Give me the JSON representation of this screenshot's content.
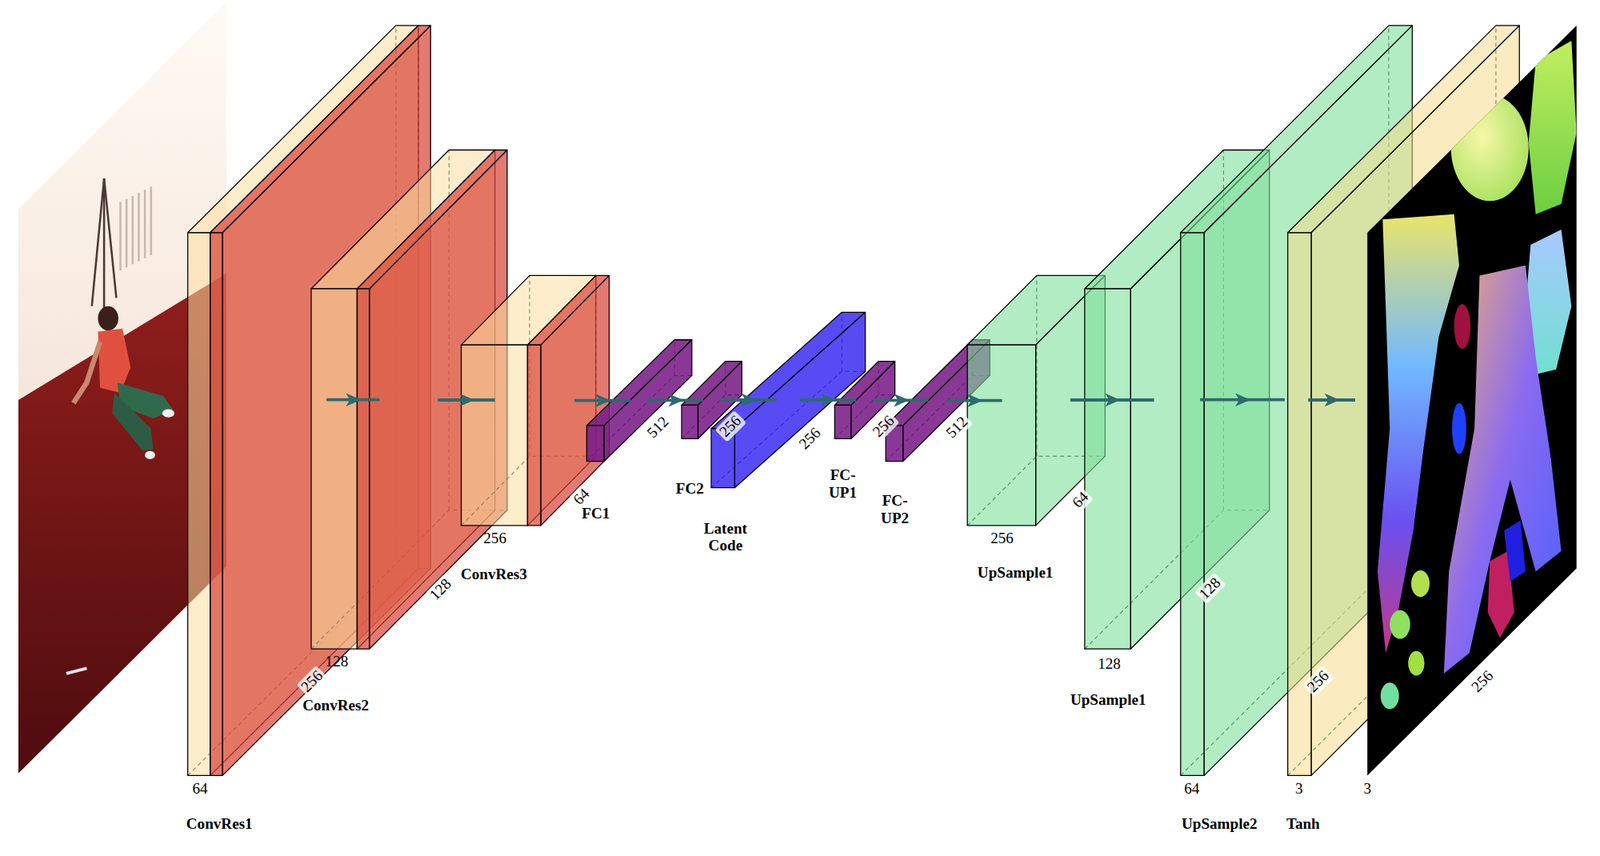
{
  "diagram": {
    "nodes": [
      {
        "text": [
          "64",
          "256",
          "ConvRes1"
        ]
      },
      {
        "text": [
          "128",
          "128",
          "ConvRes2"
        ]
      },
      {
        "text": [
          "256",
          "64",
          "ConvRes3"
        ]
      },
      {
        "text": [
          "512",
          "FC1"
        ]
      },
      {
        "text": [
          "256",
          "FC2"
        ]
      },
      {
        "text": [
          "256",
          "Latent Code"
        ]
      },
      {
        "text": [
          "256",
          "FC- UP1"
        ]
      },
      {
        "text": [
          "512",
          "FC- UP2"
        ]
      },
      {
        "text": [
          "256",
          "64",
          "UpSample1"
        ]
      },
      {
        "text": [
          "128",
          "128",
          "UpSample1"
        ]
      },
      {
        "text": [
          "64",
          "256",
          "UpSample2"
        ]
      },
      {
        "text": [
          "3",
          "Tanh"
        ]
      },
      {
        "text": [
          "3",
          "256"
        ]
      }
    ],
    "edges": [
      {
        "from": 0,
        "to": 1,
        "arrow": "to"
      },
      {
        "from": 1,
        "to": 2,
        "arrow": "to"
      },
      {
        "from": 2,
        "to": 3,
        "arrow": "to"
      },
      {
        "from": 3,
        "to": 4,
        "arrow": "to"
      },
      {
        "from": 4,
        "to": 5,
        "arrow": "to"
      },
      {
        "from": 5,
        "to": 6,
        "arrow": "to"
      },
      {
        "from": 6,
        "to": 7,
        "arrow": "to"
      },
      {
        "from": 7,
        "to": 8,
        "arrow": "to"
      },
      {
        "from": 8,
        "to": 9,
        "arrow": "to"
      },
      {
        "from": 9,
        "to": 10,
        "arrow": "to"
      },
      {
        "from": 10,
        "to": 11,
        "arrow": "to"
      }
    ]
  }
}
